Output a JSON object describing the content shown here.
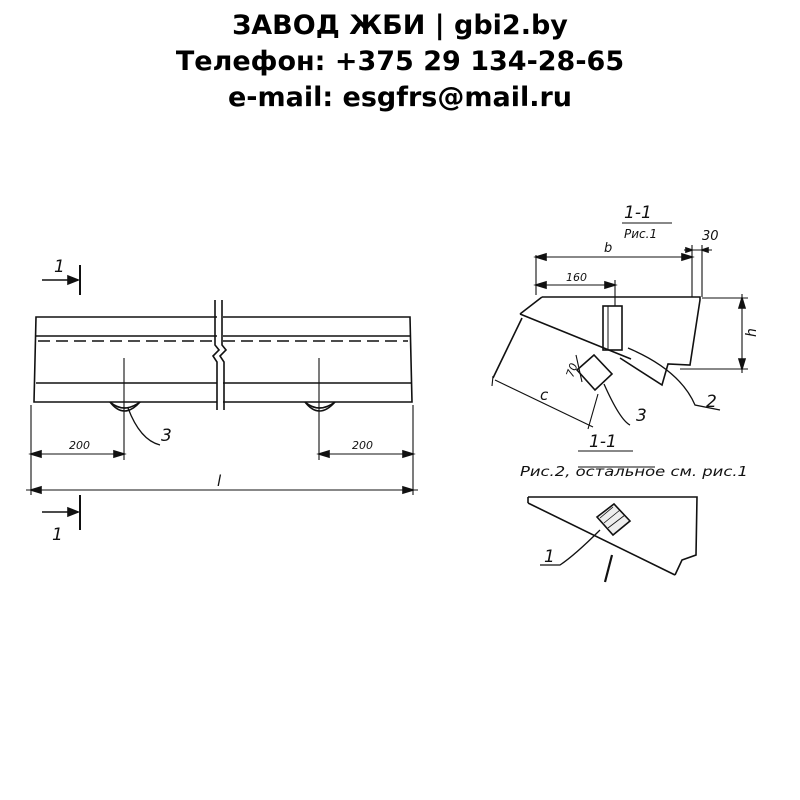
{
  "header": {
    "line1": "ЗАВОД ЖБИ | gbi2.by",
    "line2": "Телефон: +375 29 134-28-65",
    "line3": "e-mail: esgfrs@mail.ru"
  },
  "drawing": {
    "section_mark_top": "1",
    "section_mark_bottom": "1",
    "dim_left_offset": "200",
    "dim_right_offset": "200",
    "dim_length": "l",
    "callout_loop": "3",
    "section_title_1": "1-1",
    "section_ref_1": "Рис.1",
    "dim_gap": "30",
    "dim_b": "b",
    "dim_160": "160",
    "dim_h": "h",
    "dim_70": "70",
    "dim_c": "c",
    "callout_3": "3",
    "callout_2": "2",
    "section_title_2": "1-1",
    "section_ref_2": "Рис.2, остальное см. рис.1",
    "callout_1": "1"
  }
}
